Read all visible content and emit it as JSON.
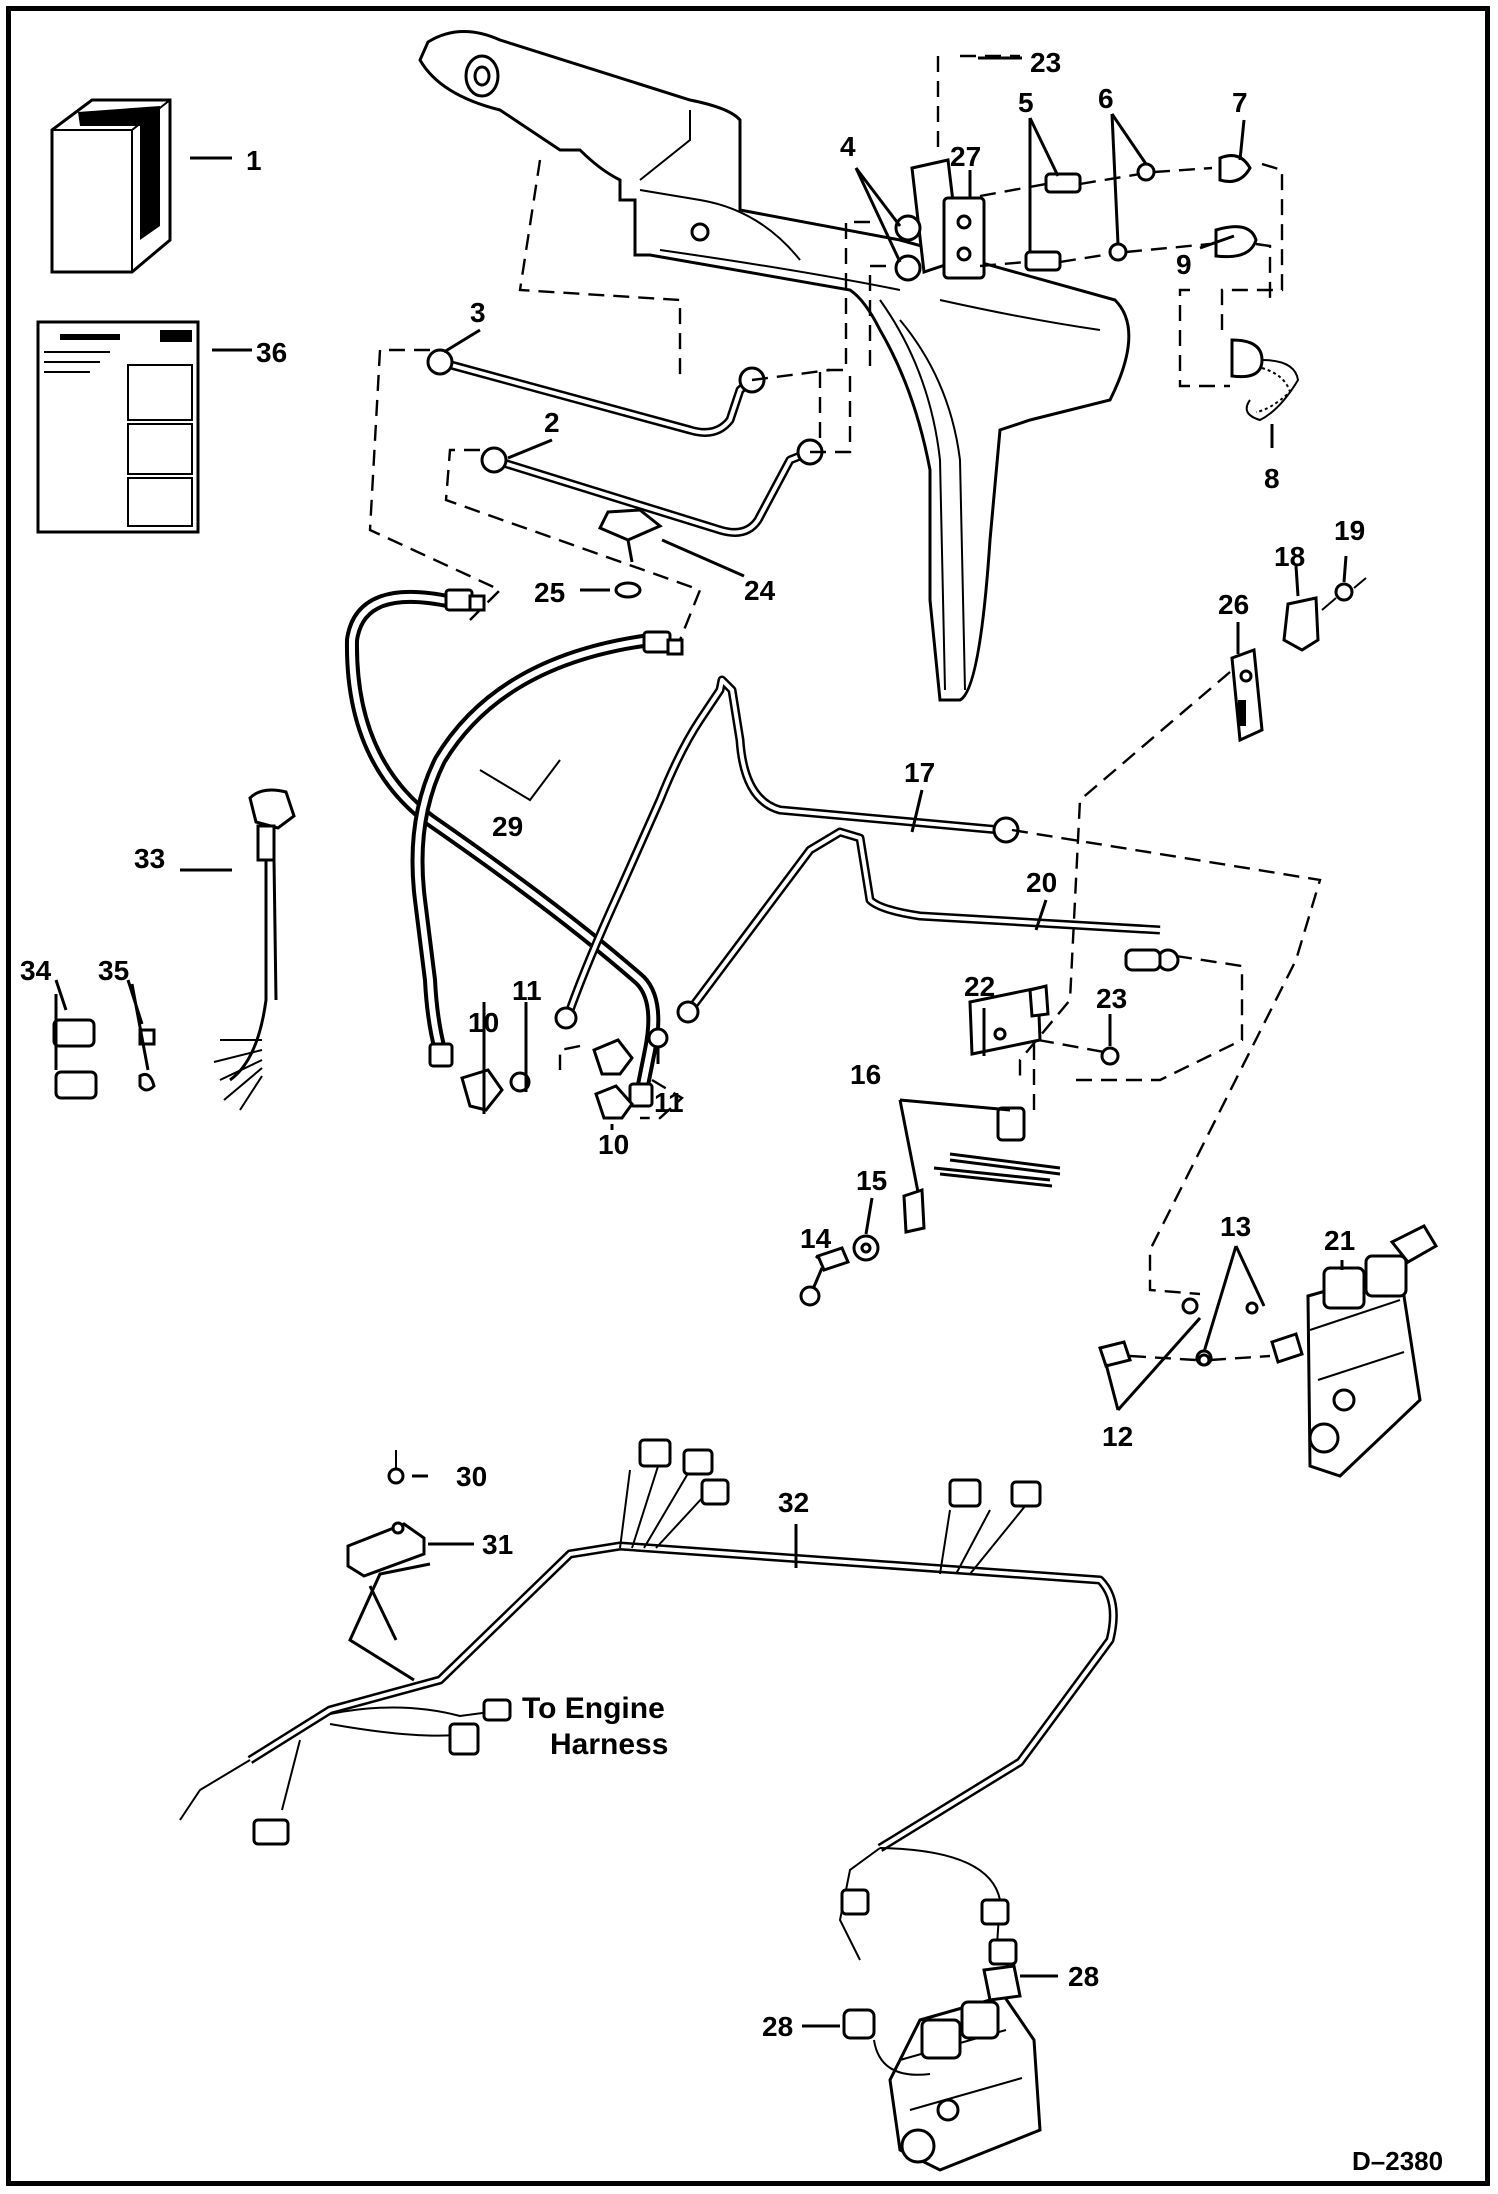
{
  "diagram": {
    "drawing_number": "D–2380",
    "callouts": {
      "c1": "1",
      "c2": "2",
      "c3": "3",
      "c4": "4",
      "c5": "5",
      "c6": "6",
      "c7": "7",
      "c8": "8",
      "c9": "9",
      "c10a": "10",
      "c10b": "10",
      "c11a": "11",
      "c11b": "11",
      "c12": "12",
      "c13": "13",
      "c14": "14",
      "c15": "15",
      "c16": "16",
      "c17": "17",
      "c18": "18",
      "c19": "19",
      "c20": "20",
      "c21": "21",
      "c22": "22",
      "c23a": "23",
      "c23b": "23",
      "c24": "24",
      "c25": "25",
      "c26": "26",
      "c27": "27",
      "c28a": "28",
      "c28b": "28",
      "c29": "29",
      "c30": "30",
      "c31": "31",
      "c32": "32",
      "c33": "33",
      "c34": "34",
      "c35": "35",
      "c36": "36"
    },
    "annotation_line1": "To Engine",
    "annotation_line2": "Harness"
  }
}
